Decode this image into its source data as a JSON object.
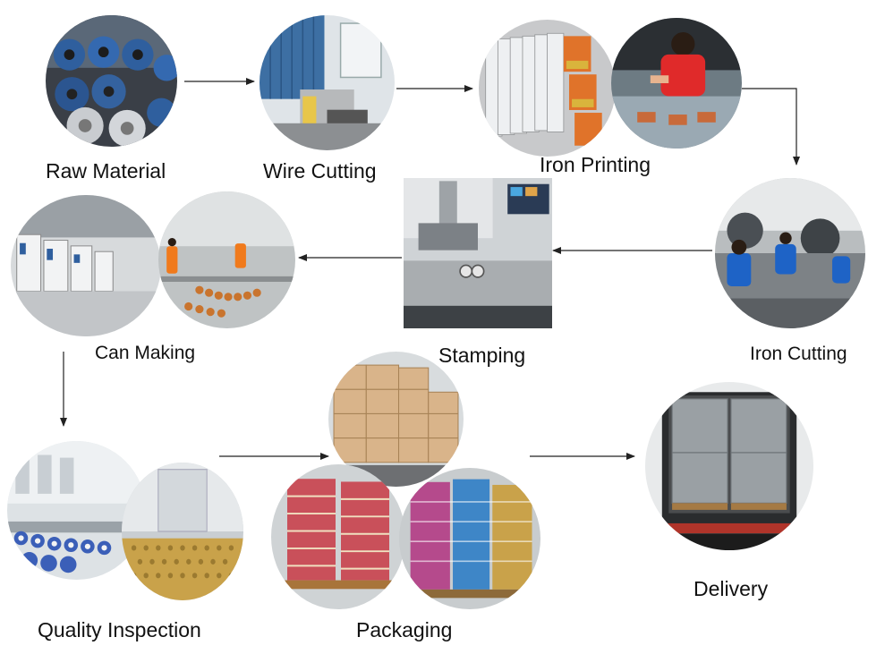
{
  "steps": {
    "raw_material": {
      "label": "Raw Material",
      "icon": "steel-coil-rolls-photo"
    },
    "wire_cutting": {
      "label": "Wire Cutting",
      "icon": "wire-cutting-machine-photo"
    },
    "iron_printing": {
      "label": "Iron Printing",
      "icon": "printed-tinplate-sheets-photo"
    },
    "iron_cutting": {
      "label": "Iron Cutting",
      "icon": "factory-workers-cutting-photo"
    },
    "stamping": {
      "label": "Stamping",
      "icon": "stamping-press-photo"
    },
    "can_making": {
      "label": "Can Making",
      "icon": "can-production-line-photo"
    },
    "quality_inspection": {
      "label": "Quality Inspection",
      "icon": "can-conveyor-inspection-photo"
    },
    "packaging": {
      "label": "Packaging",
      "icon": "palletized-cartons-photo"
    },
    "delivery": {
      "label": "Delivery",
      "icon": "loaded-truck-photo"
    }
  },
  "colors": {
    "arrow": "#222222",
    "steel_blue": "#2f5f9e",
    "worker_red": "#e02a2a",
    "worker_blue": "#1e63c6",
    "carton": "#d9b48a",
    "can_gold": "#c9a24a"
  }
}
